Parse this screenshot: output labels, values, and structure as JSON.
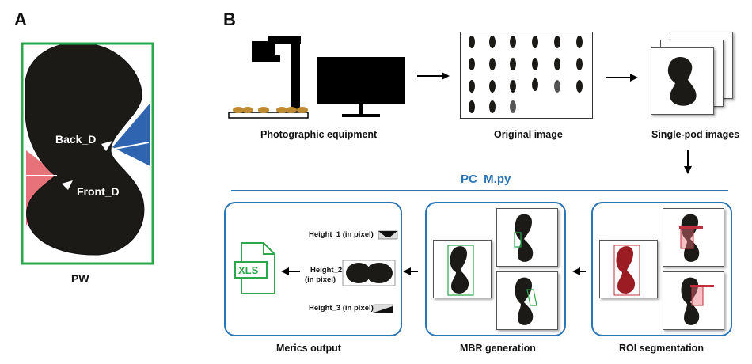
{
  "panel_a": {
    "letter": "A",
    "back_label": "Back_D",
    "front_label": "Front_D",
    "caption": "PW"
  },
  "panel_b": {
    "letter": "B",
    "top_row": {
      "equipment_label": "Photographic equipment",
      "original_label": "Original image",
      "single_pod_label": "Single-pod images"
    },
    "script_title": "PC_M.py",
    "metrics": {
      "file_icon_text": "XLS",
      "height_1": "Height_1 (in pixel)",
      "height_2_line1": "Height_2",
      "height_2_line2": "(in pixel)",
      "height_3": "Height_3 (in pixel)",
      "caption": "Merics output"
    },
    "mbr_caption": "MBR generation",
    "roi_caption": "ROI segmentation"
  },
  "colors": {
    "accent_blue": "#2a74b8",
    "frame_green": "#2aa84a",
    "region_red": "#e8727a",
    "region_blue": "#2f64b0",
    "seed": "#1b1a17",
    "roi_red": "#9b1c22"
  }
}
